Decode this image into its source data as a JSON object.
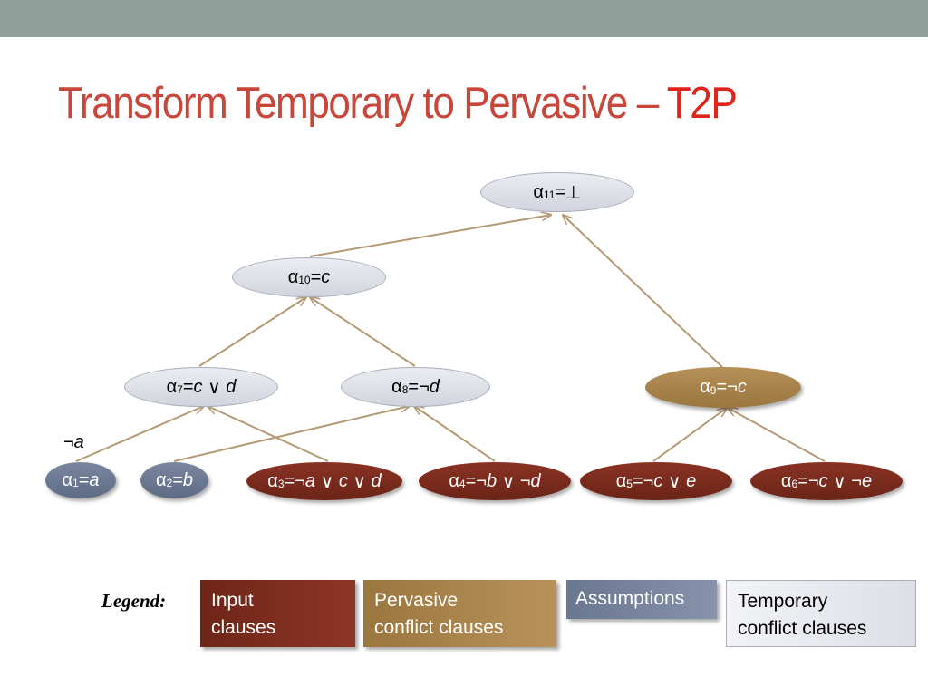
{
  "slide": {
    "title": "Transform Temporary to Pervasive – ",
    "title_highlight": "T2P"
  },
  "colors": {
    "title": "#c9473a",
    "title_highlight": "#e2231a",
    "top_bar": "#8fa19a",
    "edge": "#b49a74",
    "input_clause": "#7a2c1e",
    "pervasive_clause": "#a8824b",
    "assumption": "#6b7891",
    "temporary_clause": "#dfe1e8"
  },
  "nodes": {
    "a11": {
      "greek": "α",
      "sub": "11",
      "eq": "=",
      "formula": "⊥"
    },
    "a10": {
      "greek": "α",
      "sub": "10",
      "eq": "=",
      "formula": "c"
    },
    "a7": {
      "greek": "α",
      "sub": "7",
      "eq": "=",
      "lit1": "c",
      "op1": " ∨ ",
      "lit2": "d"
    },
    "a8": {
      "greek": "α",
      "sub": "8",
      "eq": "=",
      "neg": "¬",
      "lit1": "d"
    },
    "a9": {
      "greek": "α",
      "sub": "9",
      "eq": "=",
      "neg": "¬",
      "lit1": "c"
    },
    "a1": {
      "greek": "α",
      "sub": "1",
      "eq": "=",
      "lit1": "a"
    },
    "a2": {
      "greek": "α",
      "sub": "2",
      "eq": "=",
      "lit1": "b"
    },
    "a3": {
      "greek": "α",
      "sub": "3",
      "eq": "=",
      "neg": "¬",
      "lit1": "a",
      "op1": " ∨ ",
      "lit2": "c",
      "op2": " ∨ ",
      "lit3": "d"
    },
    "a4": {
      "greek": "α",
      "sub": "4",
      "eq": "=",
      "neg": "¬",
      "lit1": "b",
      "op1": " ∨ ",
      "neg2": "¬",
      "lit2": "d"
    },
    "a5": {
      "greek": "α",
      "sub": "5",
      "eq": "=",
      "neg": "¬",
      "lit1": "c",
      "op1": " ∨ ",
      "lit2": "e"
    },
    "a6": {
      "greek": "α",
      "sub": "6",
      "eq": "=",
      "neg": "¬",
      "lit1": "c",
      "op1": " ∨ ",
      "neg2": "¬",
      "lit2": "e"
    }
  },
  "edge_label": "¬a",
  "legend": {
    "label": "Legend:",
    "input_line1": "Input",
    "input_line2": "clauses",
    "pervasive_line1": "Pervasive",
    "pervasive_line2": "conflict clauses",
    "assumptions": "Assumptions",
    "temporary_line1": "Temporary",
    "temporary_line2": "conflict clauses"
  }
}
